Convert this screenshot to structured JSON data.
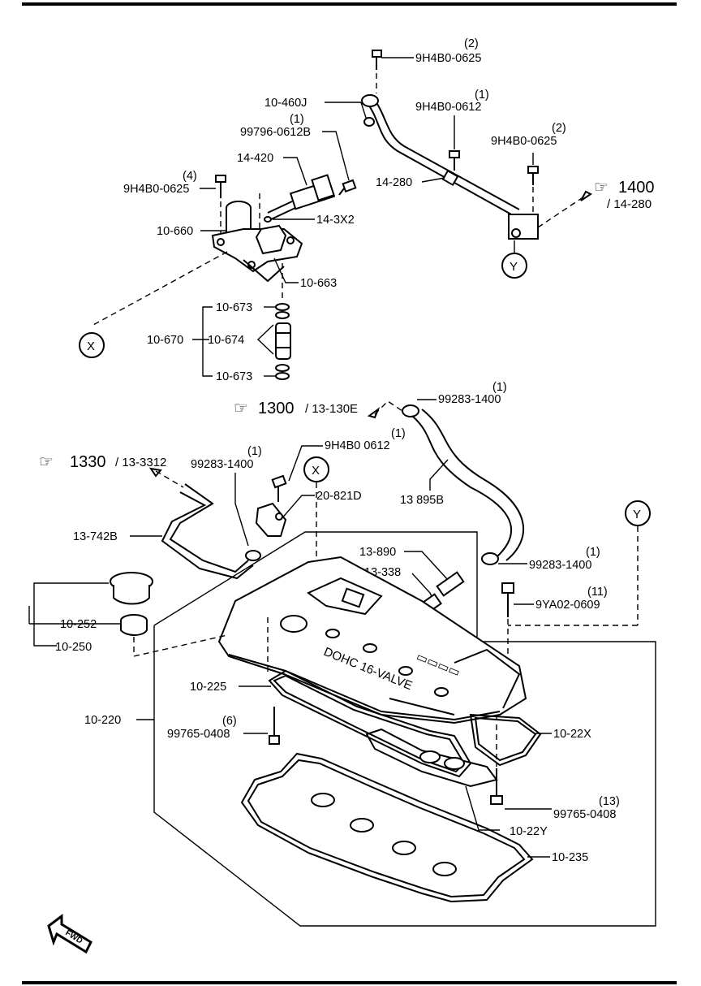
{
  "labels": {
    "p_9H4B0_0625_top": "9H4B0-0625",
    "q_9H4B0_0625_top": "(2)",
    "p_10_460J": "10-460J",
    "p_99796_0612B": "99796-0612B",
    "q_99796_0612B": "(1)",
    "p_9H4B0_0612_top": "9H4B0-0612",
    "q_9H4B0_0612_top": "(1)",
    "p_14_420": "14-420",
    "p_9H4B0_0625_right": "9H4B0-0625",
    "q_9H4B0_0625_right": "(2)",
    "p_9H4B0_0625_left": "9H4B0-0625",
    "q_9H4B0_0625_left": "(4)",
    "p_14_280": "14-280",
    "ref_1400_num": "1400",
    "ref_1400_sub": "/ 14-280",
    "p_14_3X2": "14-3X2",
    "p_10_660": "10-660",
    "p_10_663": "10-663",
    "callout_y_top": "Y",
    "p_10_673_a": "10-673",
    "p_10_670": "10-670",
    "p_10_674": "10-674",
    "p_10_673_b": "10-673",
    "callout_x_left": "X",
    "p_99283_1400_top": "99283-1400",
    "q_99283_1400_top": "(1)",
    "ref_1300_num": "1300",
    "ref_1300_sub": "/ 13-130E",
    "p_9H4B0_0612_mid": "9H4B0 0612",
    "q_9H4B0_0612_mid": "(1)",
    "ref_1330_num": "1330",
    "ref_1330_sub": "/ 13-3312",
    "p_99283_1400_left": "99283-1400",
    "q_99283_1400_left": "(1)",
    "callout_x_mid": "X",
    "p_20_821D": "20-821D",
    "p_13_895B": "13 895B",
    "callout_y_mid": "Y",
    "p_13_742B": "13-742B",
    "p_13_890": "13-890",
    "p_99283_1400_right": "99283-1400",
    "q_99283_1400_right": "(1)",
    "p_13_338": "13-338",
    "p_9YA02_0609": "9YA02-0609",
    "q_9YA02_0609": "(11)",
    "p_10_252": "10-252",
    "p_10_250": "10-250",
    "p_10_225": "10-225",
    "p_10_220": "10-220",
    "p_99765_0408_left": "99765-0408",
    "q_99765_0408_left": "(6)",
    "p_10_22X": "10-22X",
    "p_99765_0408_right": "99765-0408",
    "q_99765_0408_right": "(13)",
    "p_10_22Y": "10-22Y",
    "p_10_235": "10-235",
    "cover_text": "DOHC 16-VALVE",
    "fwd": "FWD"
  }
}
